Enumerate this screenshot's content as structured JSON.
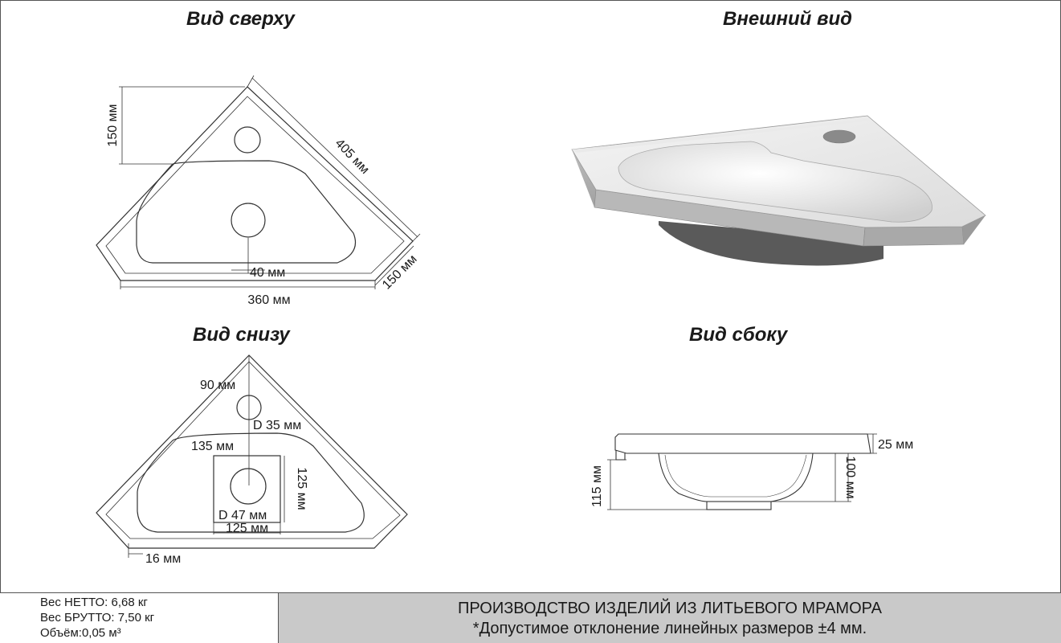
{
  "titles": {
    "top_view": "Вид сверху",
    "external_view": "Внешний вид",
    "bottom_view": "Вид снизу",
    "side_view": "Вид сбоку"
  },
  "top_view_dims": {
    "height_150": "150 мм",
    "diagonal_405": "405 мм",
    "edge_150": "150 мм",
    "drain_40": "40 мм",
    "width_360": "360 мм"
  },
  "bottom_view_dims": {
    "offset_90": "90 мм",
    "hole_d35": "D 35 мм",
    "offset_135": "135 мм",
    "square_125_v": "125 мм",
    "drain_d47": "D 47 мм",
    "square_125_h": "125 мм",
    "edge_16": "16 мм"
  },
  "side_view_dims": {
    "rim_25": "25 мм",
    "depth_100": "100 мм",
    "height_115": "115 мм"
  },
  "footer": {
    "weight_net": "Вес НЕТТО: 6,68 кг",
    "weight_gross": "Вес БРУТТО: 7,50 кг",
    "volume": "Объём:0,05 м³",
    "production": "ПРОИЗВОДСТВО ИЗДЕЛИЙ ИЗ ЛИТЬЕВОГО МРАМОРА",
    "tolerance": "*Допустимое отклонение линейных размеров ±4 мм."
  },
  "colors": {
    "line": "#333333",
    "footer_bg": "#c9c9c9"
  }
}
